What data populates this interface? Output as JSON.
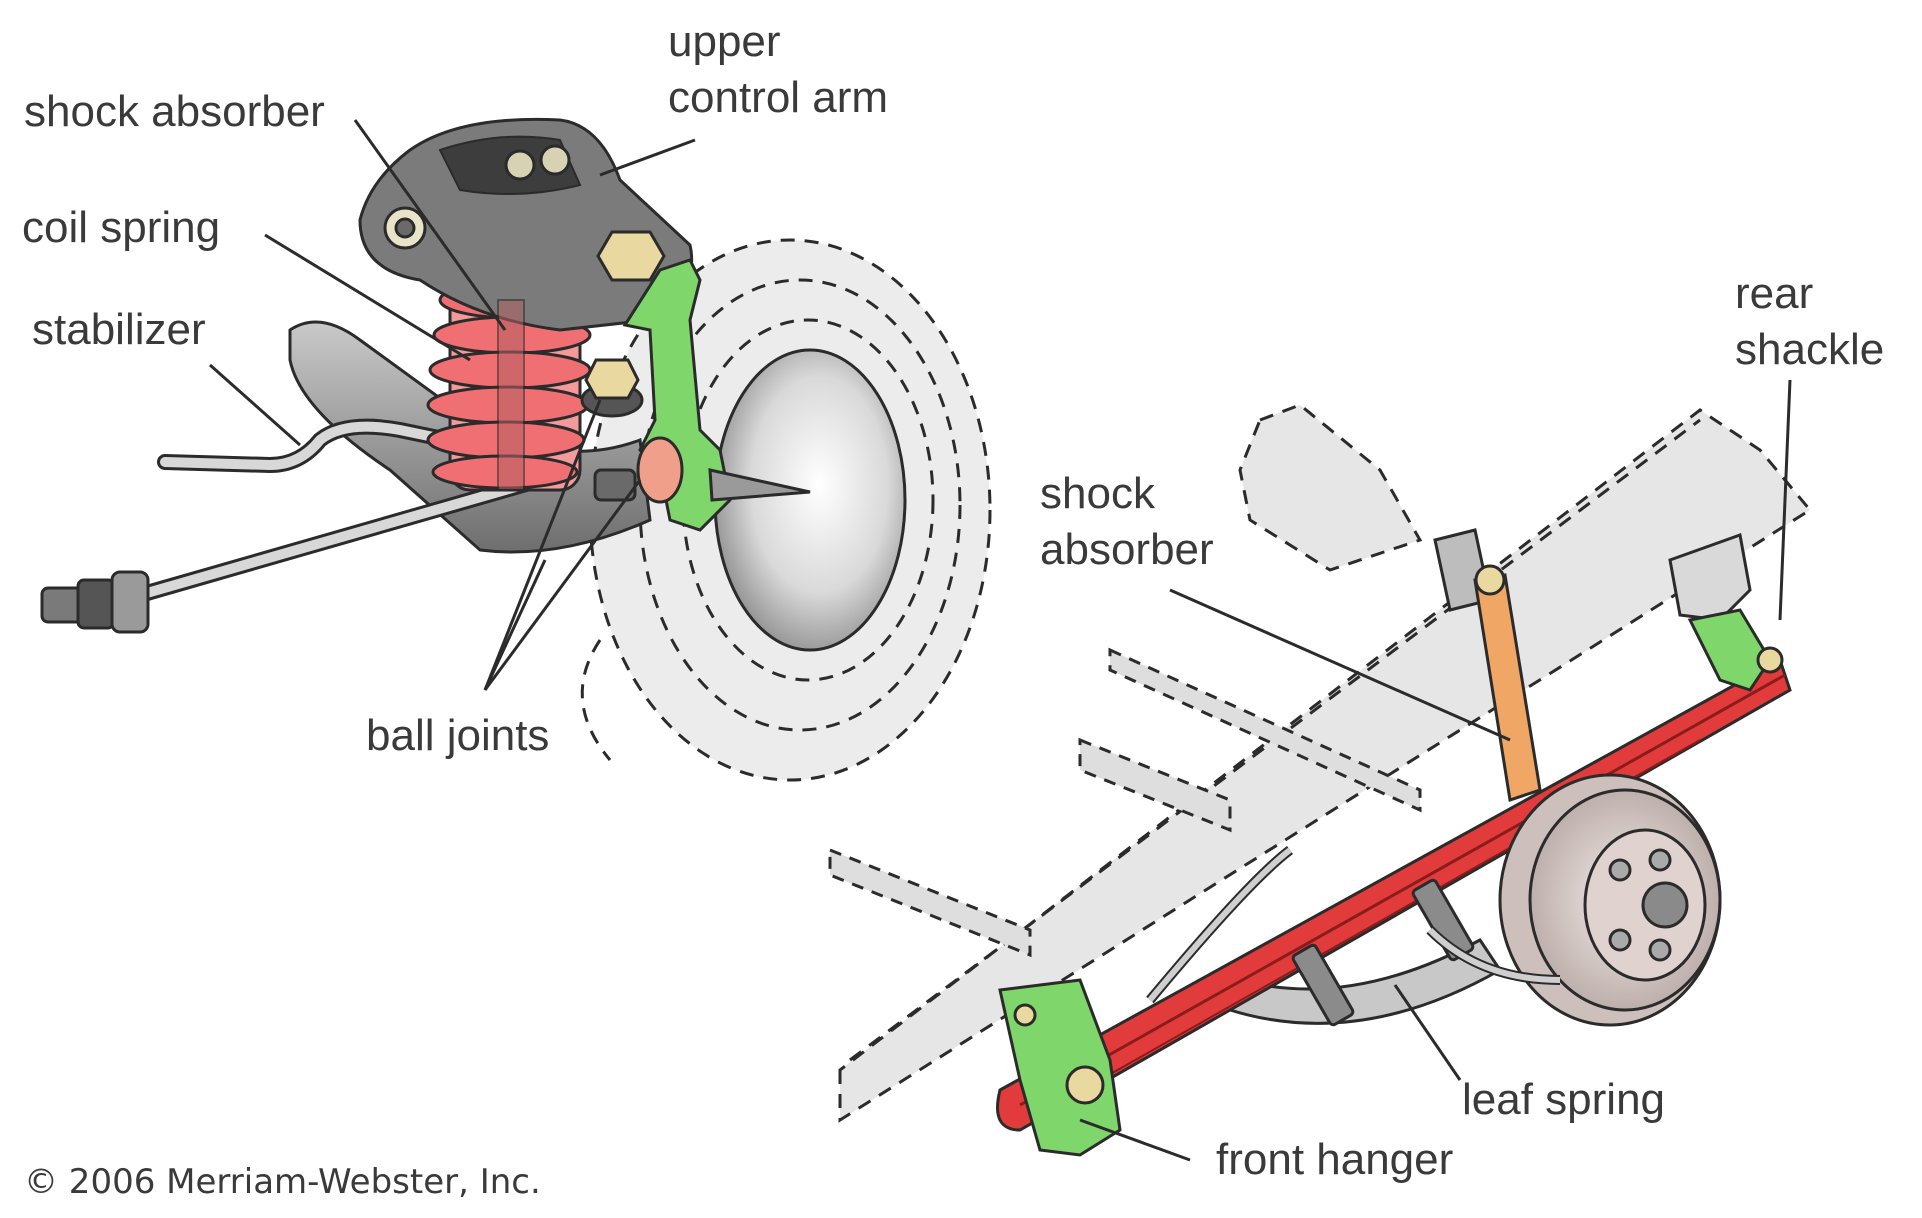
{
  "labels": {
    "upper_control_arm": "upper\ncontrol arm",
    "shock_absorber_front": "shock absorber",
    "coil_spring": "coil spring",
    "stabilizer": "stabilizer",
    "ball_joints": "ball joints",
    "rear_shackle": "rear\nshackle",
    "shock_absorber_rear": "shock\nabsorber",
    "leaf_spring": "leaf spring",
    "front_hanger": "front hanger"
  },
  "copyright": "© 2006 Merriam-Webster, Inc.",
  "colors": {
    "coil_spring": "#ef6f72",
    "knuckle": "#7fd66a",
    "leaf_spring": "#e23b3b",
    "shock_rear": "#f0a766",
    "metal_dark": "#707070",
    "metal_light": "#cfcfcf",
    "outline": "#2b2b2b"
  }
}
